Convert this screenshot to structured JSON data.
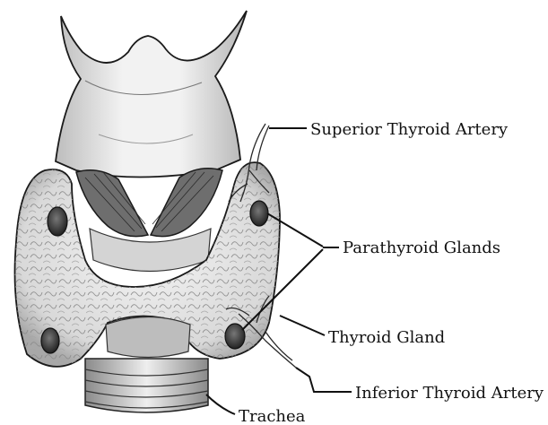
{
  "labels": {
    "superior_artery": "Superior Thyroid Artery",
    "parathyroid": "Parathyroid Glands",
    "thyroid": "Thyroid Gland",
    "inferior_artery": "Inferior Thyroid Artery",
    "trachea": "Trachea"
  },
  "colors": {
    "ink": "#1a1a1a",
    "shade_dark": "#555555",
    "shade_mid": "#9a9a9a",
    "shade_light": "#d6d6d6",
    "paper": "#ffffff"
  }
}
